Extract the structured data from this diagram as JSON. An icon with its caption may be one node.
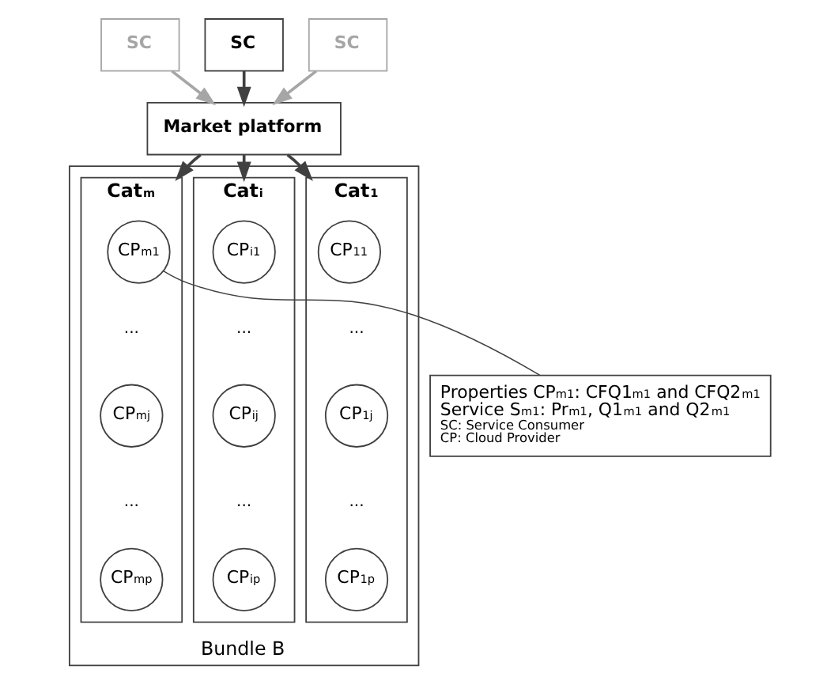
{
  "diagram": {
    "nodes": [
      {
        "text": [
          "SC"
        ]
      },
      {
        "text": [
          "SC"
        ]
      },
      {
        "text": [
          "SC"
        ]
      },
      {
        "text": [
          "Market platform"
        ]
      },
      {
        "text": [
          "Bundle B"
        ]
      },
      {
        "text": [
          "Cat$_{1}$"
        ],
        "in": 4
      },
      {
        "text": [
          "CP$_{11}$"
        ],
        "in": 5
      },
      {
        "text": [
          "CP$_{1j}$"
        ],
        "in": 5
      },
      {
        "text": [
          "CP$_{1p}$"
        ],
        "in": 5
      },
      {
        "text": [
          "Cat$_{i}$"
        ],
        "in": 4
      },
      {
        "text": [
          "CP$_{i1}$"
        ],
        "in": 9
      },
      {
        "text": [
          "CP$_{ij}$"
        ],
        "in": 9
      },
      {
        "text": [
          "CP$_{ip}$"
        ],
        "in": 9
      },
      {
        "text": [
          "Cat$_{m}$"
        ],
        "in": 4
      },
      {
        "text": [
          "CP$_{m1}$"
        ],
        "in": 13
      },
      {
        "text": [
          "CP$_{mj}$"
        ],
        "in": 13
      },
      {
        "text": [
          "CP$_{mp}$"
        ],
        "in": 13
      },
      {
        "text": [
          "Properties CP$_{m1}$: CFQ1$_{m1}$ and CFQ2$_{m1}$",
          "Service S$_{m1}$: Pr$_{m1}$, Q1$_{m1}$ and Q2$_{m1}$",
          "SC: Service Consumer",
          "CP: Cloud Provider"
        ]
      }
    ],
    "edges": [
      {
        "from": 0,
        "to": 3,
        "arrow": "to",
        "color": "#a6a6a6"
      },
      {
        "from": 1,
        "to": 3,
        "arrow": "to"
      },
      {
        "from": 2,
        "to": 3,
        "arrow": "to",
        "color": "#a6a6a6"
      },
      {
        "from": 3,
        "to": 5,
        "arrow": "to"
      },
      {
        "from": 3,
        "to": 9,
        "arrow": "to"
      },
      {
        "from": 3,
        "to": 13,
        "arrow": "to"
      },
      {
        "from": 14,
        "to": 17,
        "arrow": "none"
      }
    ],
    "labels": [
      "...",
      "...",
      "...",
      "...",
      "...",
      "..."
    ]
  }
}
